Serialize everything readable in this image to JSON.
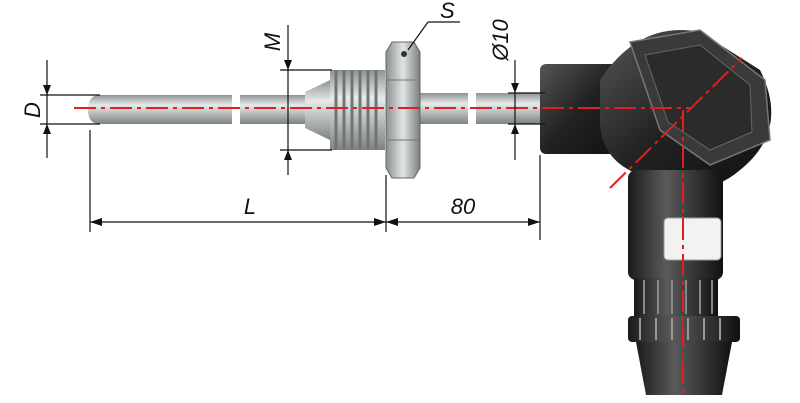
{
  "labels": {
    "diameter": "D",
    "thread": "M",
    "hex_size": "S",
    "tube_diameter": "Ø10",
    "length": "L",
    "neck_length": "80"
  },
  "colors": {
    "centerline": "#e02020",
    "metal": "#b8bcbc",
    "head": "#2a2a2a"
  }
}
